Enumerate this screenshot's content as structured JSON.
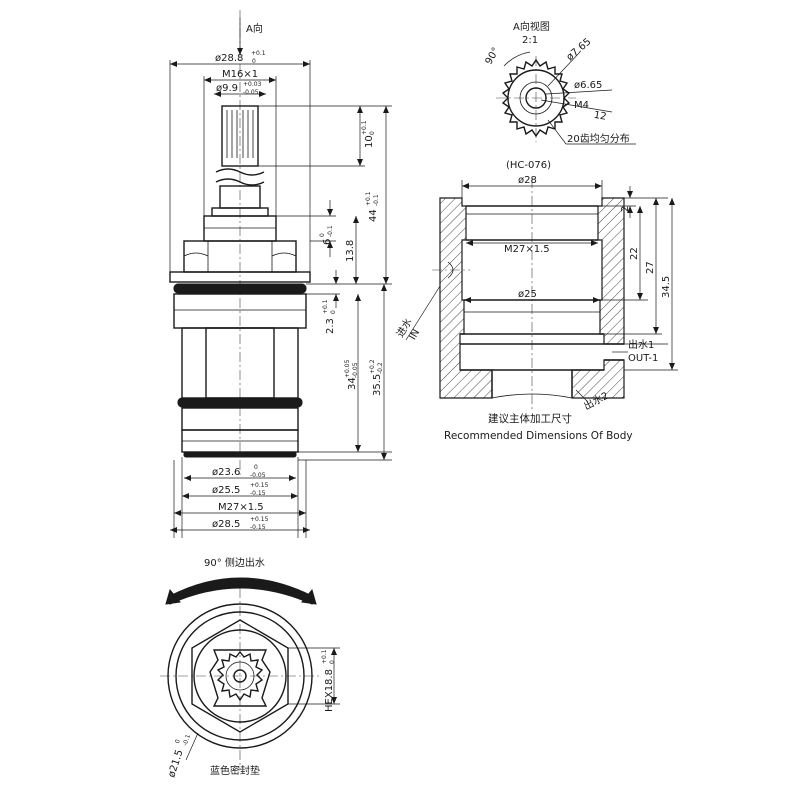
{
  "view_a_label": "A向",
  "view_a_title": "A向视图",
  "view_a_scale": "2:1",
  "angle_90": "90°",
  "d_765": "ø7.65",
  "d_665": "ø6.65",
  "m4": "M4",
  "depth_12": "12",
  "teeth_note": "20齿均匀分布",
  "body_code": "(HC-076)",
  "body_d28": "ø28",
  "body_m27": "M27×1.5",
  "body_d25": "ø25",
  "body_dim_2": "2",
  "body_dim_22": "22",
  "body_dim_27": "27",
  "body_dim_345": "34.5",
  "inlet_cn": "进水",
  "inlet_en": "IN",
  "out1_cn": "出水1",
  "out1_en": "OUT-1",
  "out2_cn": "出水2",
  "body_note_cn": "建议主体加工尺寸",
  "body_note_en": "Recommended Dimensions Of Body",
  "top_d288": "ø28.8",
  "tol_p01": "+0.1",
  "tol_0": "0",
  "top_m16": "M16×1",
  "top_d99": "ø9.9",
  "tol_p003": "+0.03",
  "tol_m005": "-0.05",
  "v_10": "10",
  "v_44": "44",
  "tol_pm01a": "+0.1",
  "tol_pm01b": "-0.1",
  "v_6": "6",
  "tol_m01": "-0.1",
  "v_138": "13.8",
  "v_23": "2.3",
  "v_34": "34",
  "tol_p005": "+0.05",
  "tol_m005b": "-0.05",
  "v_355": "35.5",
  "tol_p02": "+0.2",
  "tol_m02": "-0.2",
  "b_d236": "ø23.6",
  "b_d255": "ø25.5",
  "tol_p015": "+0.15",
  "tol_m015": "-0.15",
  "b_m27": "M27×1.5",
  "b_d285": "ø28.5",
  "rot_label": "90°  侧边出水",
  "hex": "HEX18.8",
  "d215": "ø21.5",
  "seal_label": "蓝色密封垫"
}
